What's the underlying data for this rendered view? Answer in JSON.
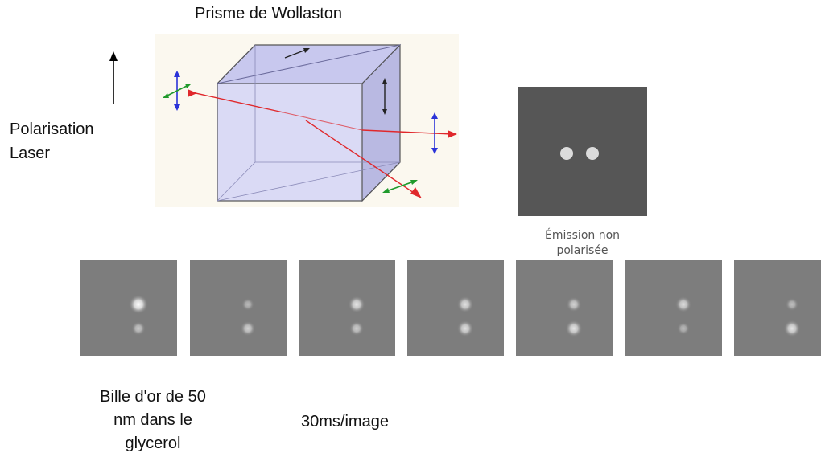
{
  "title": "Prisme de Wollaston",
  "polarisation_label": [
    "Polarisation",
    "Laser"
  ],
  "emission_caption": [
    "Émission non",
    "polarisée"
  ],
  "bead_caption": [
    "Bille d'or de 50",
    "nm dans le",
    "glycerol"
  ],
  "frame_rate_caption": "30ms/image",
  "colors": {
    "beam": "#e0282c",
    "axis_blue": "#2b33d8",
    "axis_green": "#1f9a2b",
    "prism_fill": "#d9d9f3",
    "panel_bg": "#565656",
    "spot": "#dcdcdc"
  },
  "frames": [
    {
      "top_spot": 1.0,
      "bottom_spot": 0.45
    },
    {
      "top_spot": 0.3,
      "bottom_spot": 0.55
    },
    {
      "top_spot": 0.75,
      "bottom_spot": 0.5
    },
    {
      "top_spot": 0.7,
      "bottom_spot": 0.7
    },
    {
      "top_spot": 0.55,
      "bottom_spot": 0.75
    },
    {
      "top_spot": 0.65,
      "bottom_spot": 0.3
    },
    {
      "top_spot": 0.35,
      "bottom_spot": 0.75
    }
  ]
}
